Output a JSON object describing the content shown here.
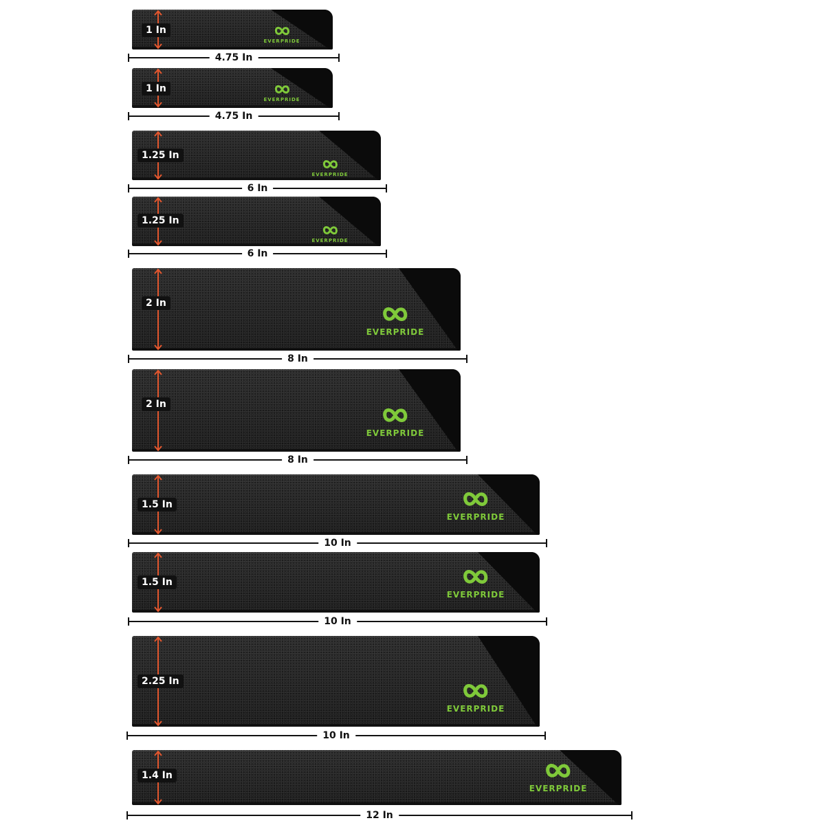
{
  "brand": {
    "name": "EVERPRIDE",
    "color": "#7fc93a",
    "icon": "infinity-loop-icon"
  },
  "colors": {
    "guard_body": "#232323",
    "guard_flap": "#0b0b0b",
    "marker_arrow": "#e4572e",
    "label_bg": "#111111"
  },
  "guards": [
    {
      "height_label": "1 In",
      "length_label": "4.75 In"
    },
    {
      "height_label": "1 In",
      "length_label": "4.75 In"
    },
    {
      "height_label": "1.25 In",
      "length_label": "6 In"
    },
    {
      "height_label": "1.25 In",
      "length_label": "6 In"
    },
    {
      "height_label": "2 In",
      "length_label": "8 In"
    },
    {
      "height_label": "2 In",
      "length_label": "8 In"
    },
    {
      "height_label": "1.5 In",
      "length_label": "10 In"
    },
    {
      "height_label": "1.5 In",
      "length_label": "10 In"
    },
    {
      "height_label": "2.25 In",
      "length_label": "10 In"
    },
    {
      "height_label": "1.4 In",
      "length_label": "12 In"
    }
  ]
}
